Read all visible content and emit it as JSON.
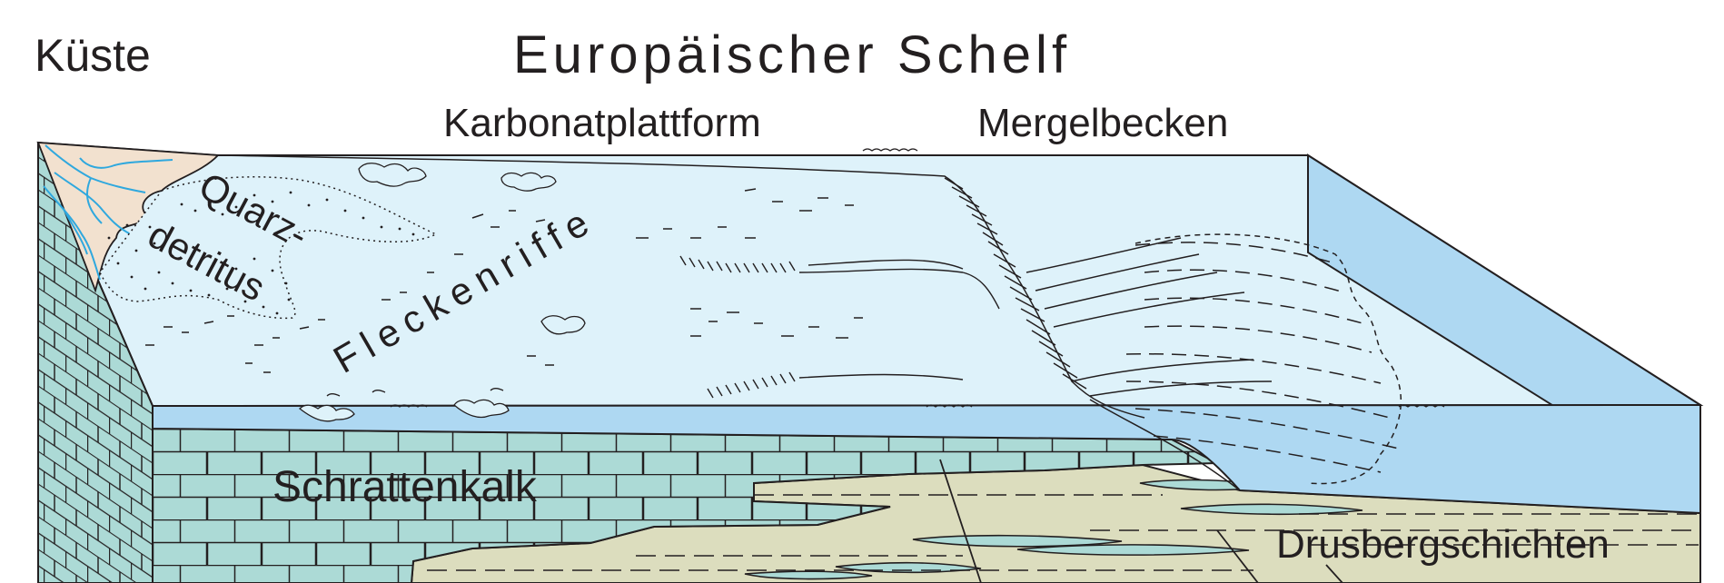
{
  "labels": {
    "coast": "Küste",
    "shelf": "Europäischer Schelf",
    "platform": "Karbonatplattform",
    "basin": "Mergelbecken",
    "quartz_1": "Quarz-",
    "quartz_2": "detritus",
    "patch_reefs": "Fleckenriffe",
    "limestone": "Schrattenkalk",
    "drusberg": "Drusbergschichten"
  },
  "colors": {
    "sea_surface": "#def2fa",
    "water_front": "#aed8f2",
    "limestone": "#acdad6",
    "marl": "#dcddbe",
    "coast": "#f2e1cf",
    "rivers": "#2fa8de",
    "line": "#231f20"
  }
}
